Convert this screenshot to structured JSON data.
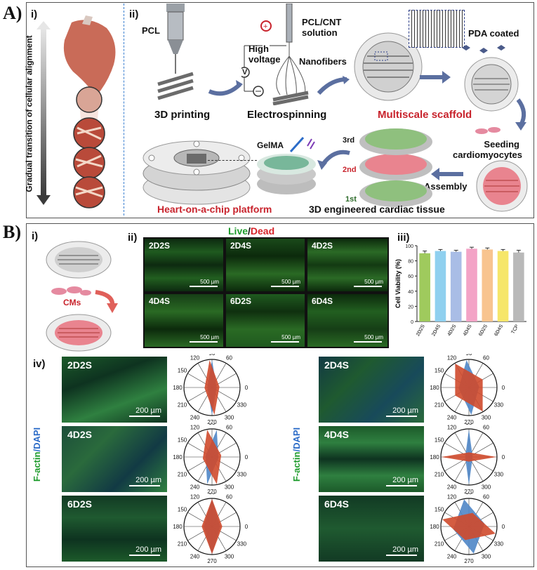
{
  "panel_a": {
    "letter": "A)",
    "sub_i": "i)",
    "sub_ii": "ii)",
    "vertical_label": "Gradual transition of cellular alignment",
    "pcl": "PCL",
    "pcl_cnt": "PCL/CNT solution",
    "high_voltage": "High voltage",
    "v_symbol": "V",
    "nanofibers": "Nanofibers",
    "printing": "3D printing",
    "electrospinning": "Electrospinning",
    "multiscale": "Multiscale scaffold",
    "pda_coated": "PDA coated",
    "seeding": "Seeding cardiomyocytes",
    "assembly": "Assembly",
    "gelma": "GelMA",
    "layer_3": "3rd",
    "layer_2": "2nd",
    "layer_1": "1st",
    "platform": "Heart-on-a-chip platform",
    "tissue": "3D engineered cardiac tissue"
  },
  "panel_b": {
    "letter": "B)",
    "sub_i": "i)",
    "sub_ii": "ii)",
    "sub_iii": "iii)",
    "sub_iv": "iv)",
    "cms": "CMs",
    "live": "Live",
    "slash": "/",
    "dead": "Dead",
    "live_dead_images": [
      {
        "label": "2D2S",
        "scale": "500 µm"
      },
      {
        "label": "2D4S",
        "scale": "500 µm"
      },
      {
        "label": "4D2S",
        "scale": "500 µm"
      },
      {
        "label": "4D4S",
        "scale": "500 µm"
      },
      {
        "label": "6D2S",
        "scale": "500 µm"
      },
      {
        "label": "6D4S",
        "scale": "500 µm"
      }
    ],
    "factin": "F-actin",
    "dapi": "/DAPI",
    "stain_images_left": [
      {
        "label": "2D2S",
        "scale": "200 µm"
      },
      {
        "label": "4D2S",
        "scale": "200 µm"
      },
      {
        "label": "6D2S",
        "scale": "200 µm"
      }
    ],
    "stain_images_right": [
      {
        "label": "2D4S",
        "scale": "200 µm"
      },
      {
        "label": "4D4S",
        "scale": "200 µm"
      },
      {
        "label": "6D4S",
        "scale": "200 µm"
      }
    ],
    "polar_angles": [
      "90",
      "60",
      "0",
      "330",
      "300",
      "270",
      "240",
      "210",
      "180",
      "150",
      "120"
    ]
  },
  "chart_data": {
    "type": "bar",
    "ylabel": "Cell Viability (%)",
    "ylim": [
      0,
      100
    ],
    "yticks": [
      "0",
      "20",
      "40",
      "60",
      "80",
      "100"
    ],
    "categories": [
      "2D2S",
      "2D4S",
      "4D2S",
      "4D4S",
      "6D2S",
      "6D4S",
      "TCP"
    ],
    "values": [
      90,
      93,
      92,
      96,
      95,
      93,
      91
    ],
    "errors": [
      3,
      2,
      2,
      2,
      2,
      2,
      3
    ],
    "colors": [
      "#9fca5d",
      "#8fd0ef",
      "#a9bde6",
      "#f3a3c6",
      "#f8c48f",
      "#f6e66a",
      "#b9b9b9"
    ]
  }
}
